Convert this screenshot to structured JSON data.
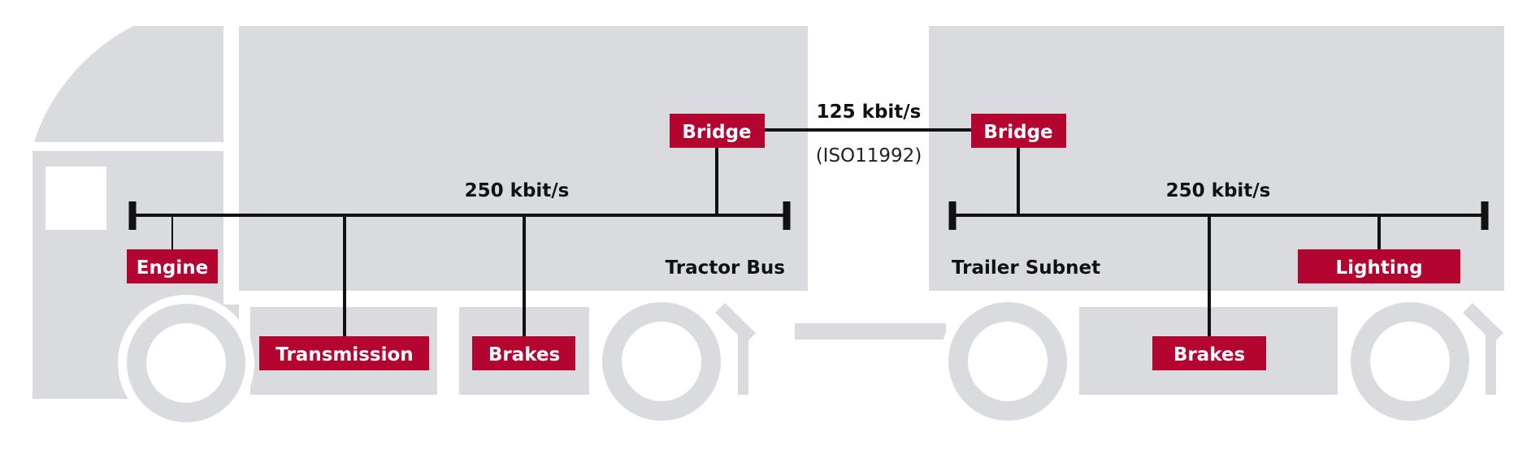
{
  "colors": {
    "silhouette": "#d9dbde",
    "node_fill": "#b40530",
    "node_text": "#ffffff",
    "bus_line": "#111111"
  },
  "tractor": {
    "bus_name": "Tractor Bus",
    "speed": "250 kbit/s",
    "nodes": {
      "engine": "Engine",
      "transmission": "Transmission",
      "brakes": "Brakes",
      "bridge": "Bridge"
    }
  },
  "link": {
    "speed": "125 kbit/s",
    "standard": "(ISO11992)"
  },
  "trailer": {
    "bus_name": "Trailer Subnet",
    "speed": "250 kbit/s",
    "nodes": {
      "bridge": "Bridge",
      "brakes": "Brakes",
      "lighting": "Lighting"
    }
  }
}
